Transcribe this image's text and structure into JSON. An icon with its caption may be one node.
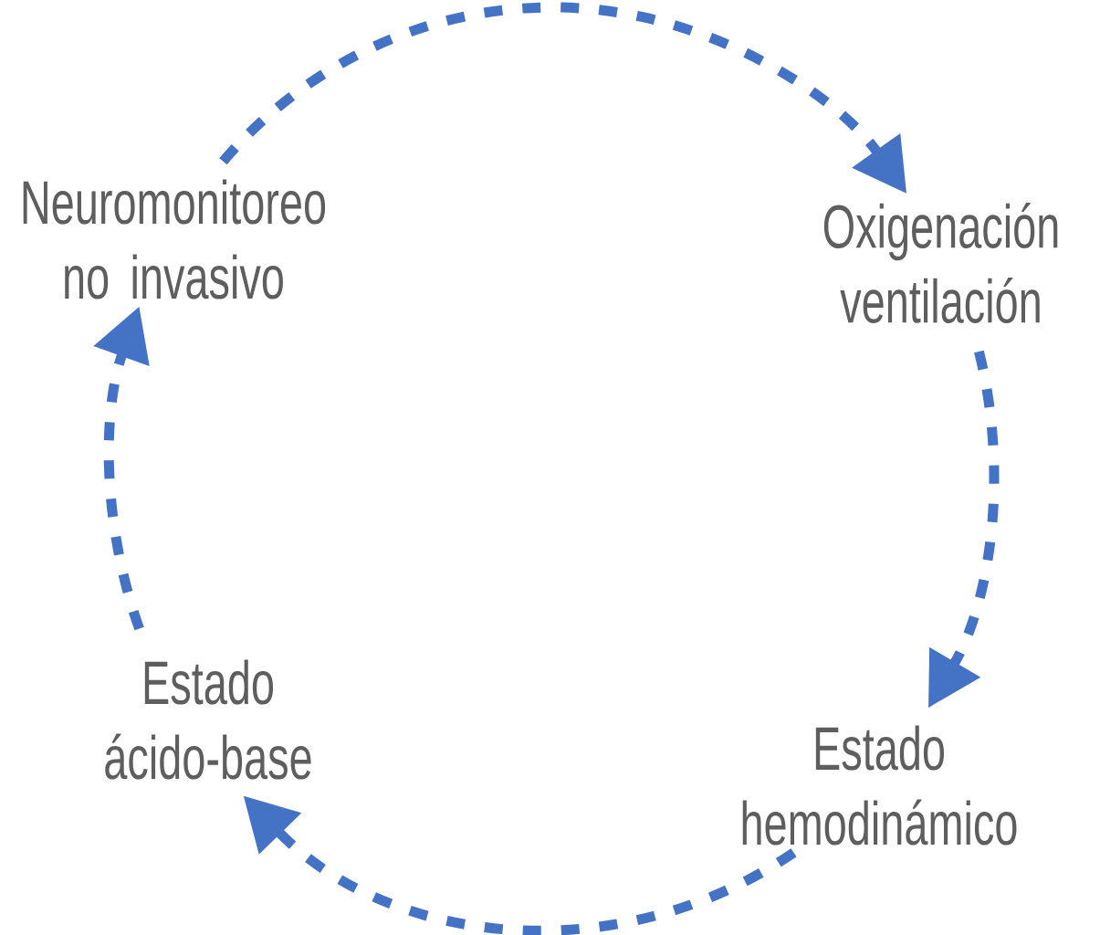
{
  "diagram": {
    "nodes": [
      {
        "text": [
          "Neuromonitoreo no invasivo"
        ]
      },
      {
        "text": [
          "Oxigenación ventilación"
        ]
      },
      {
        "text": [
          "Estado hemodinámico"
        ]
      },
      {
        "text": [
          "Estado ácido-base"
        ]
      }
    ],
    "edges": [
      {
        "from": 0,
        "to": 1,
        "arrow": "to",
        "style": "dashed"
      },
      {
        "from": 1,
        "to": 2,
        "arrow": "to",
        "style": "dashed"
      },
      {
        "from": 2,
        "to": 3,
        "arrow": "to",
        "style": "dashed"
      },
      {
        "from": 3,
        "to": 0,
        "arrow": "to",
        "style": "dashed"
      }
    ]
  }
}
